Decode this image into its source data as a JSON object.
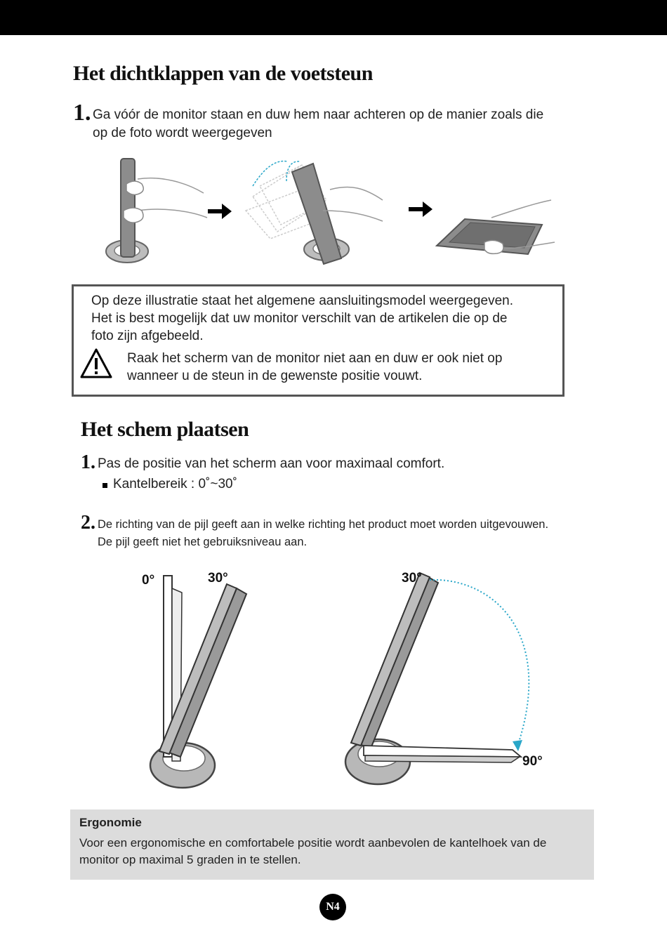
{
  "section1": {
    "title": "Het dichtklappen van de voetsteun",
    "step1": {
      "number": "1.",
      "line1": "Ga vóór de monitor staan en duw hem naar achteren op de manier zoals die",
      "line2": "op de foto wordt weergegeven"
    }
  },
  "notice": {
    "line1": "Op deze illustratie staat het algemene aansluitingsmodel weergegeven.",
    "line2": "Het is best mogelijk dat uw monitor verschilt van de artikelen die op de",
    "line3": "foto zijn afgebeeld.",
    "warning_line1": "Raak het scherm van de monitor niet aan en duw er ook niet op",
    "warning_line2": "wanneer u de steun in de gewenste positie vouwt."
  },
  "section2": {
    "title": "Het schem plaatsen",
    "step1": {
      "number": "1.",
      "text": "Pas de positie van het scherm aan voor maximaal comfort.",
      "bullet": "Kantelbereik : 0˚~30˚"
    },
    "step2": {
      "number": "2.",
      "line1": "De richting van de pijl geeft aan in welke richting het product moet worden uitgevouwen.",
      "line2": "De pijl geeft niet het gebruiksniveau aan."
    },
    "angles": {
      "left_a": "0°",
      "left_b": "30°",
      "right_a": "30°",
      "right_b": "90°"
    }
  },
  "ergonomics": {
    "title": "Ergonomie",
    "line1": "Voor een ergonomische en comfortabele positie wordt aanbevolen de kantelhoek van de",
    "line2": "monitor op maximal 5 graden in te stellen."
  },
  "page_number": "N4",
  "colors": {
    "accent_arrow": "#2aa7c9",
    "monitor_gray": "#9a9a9a",
    "box_border": "#555555",
    "ergo_bg": "#dcdcdc"
  }
}
